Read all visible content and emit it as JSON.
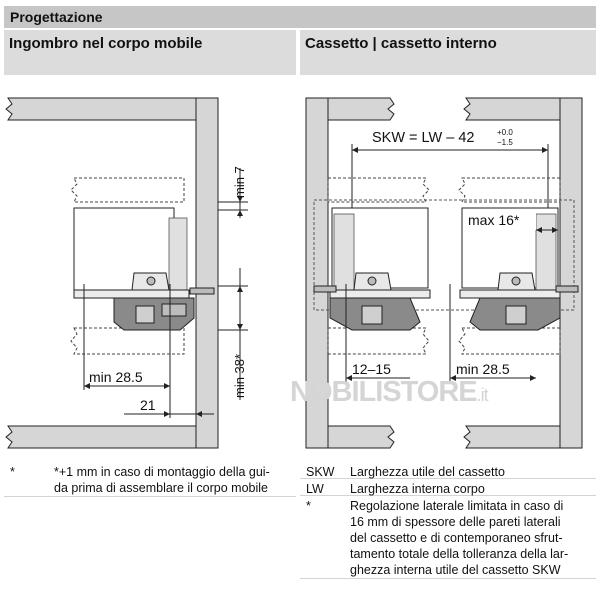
{
  "header": {
    "title": "Progettazione"
  },
  "left": {
    "heading": "Ingombro nel corpo mobile",
    "dims": {
      "min7": "min 7",
      "min38": "min 38*",
      "min285": "min 28.5",
      "d21": "21"
    },
    "legend": [
      {
        "key": "*",
        "lines": [
          "*+1 mm in caso di montaggio della gui-",
          "da prima di assemblare il corpo mobile"
        ]
      }
    ]
  },
  "right": {
    "heading": "Cassetto | cassetto interno",
    "dims": {
      "skw_formula": "SKW = LW – 42",
      "tol_plus": "+0.0",
      "tol_minus": "−1.5",
      "max16": "max 16*",
      "r1215": "12–15",
      "min285": "min 28.5"
    },
    "legend": [
      {
        "key": "SKW",
        "text": "Larghezza utile del cassetto"
      },
      {
        "key": "LW",
        "text": "Larghezza interna corpo"
      }
    ],
    "note": {
      "key": "*",
      "lines": [
        "Regolazione laterale limitata in caso di",
        "16 mm di spessore delle pareti laterali",
        "del cassetto e di contemporaneo sfrut-",
        "tamento totale della tolleranza della lar-",
        "ghezza interna utile del cassetto SKW"
      ]
    }
  },
  "watermark": {
    "main": "NOBILISTORE",
    "suffix": ".it"
  },
  "colors": {
    "header_bg": "#c6c6c6",
    "subheader_bg": "#dcdcdc",
    "wall": "#d6d6d6",
    "runner": "#8a8a8a",
    "line": "#222222"
  }
}
